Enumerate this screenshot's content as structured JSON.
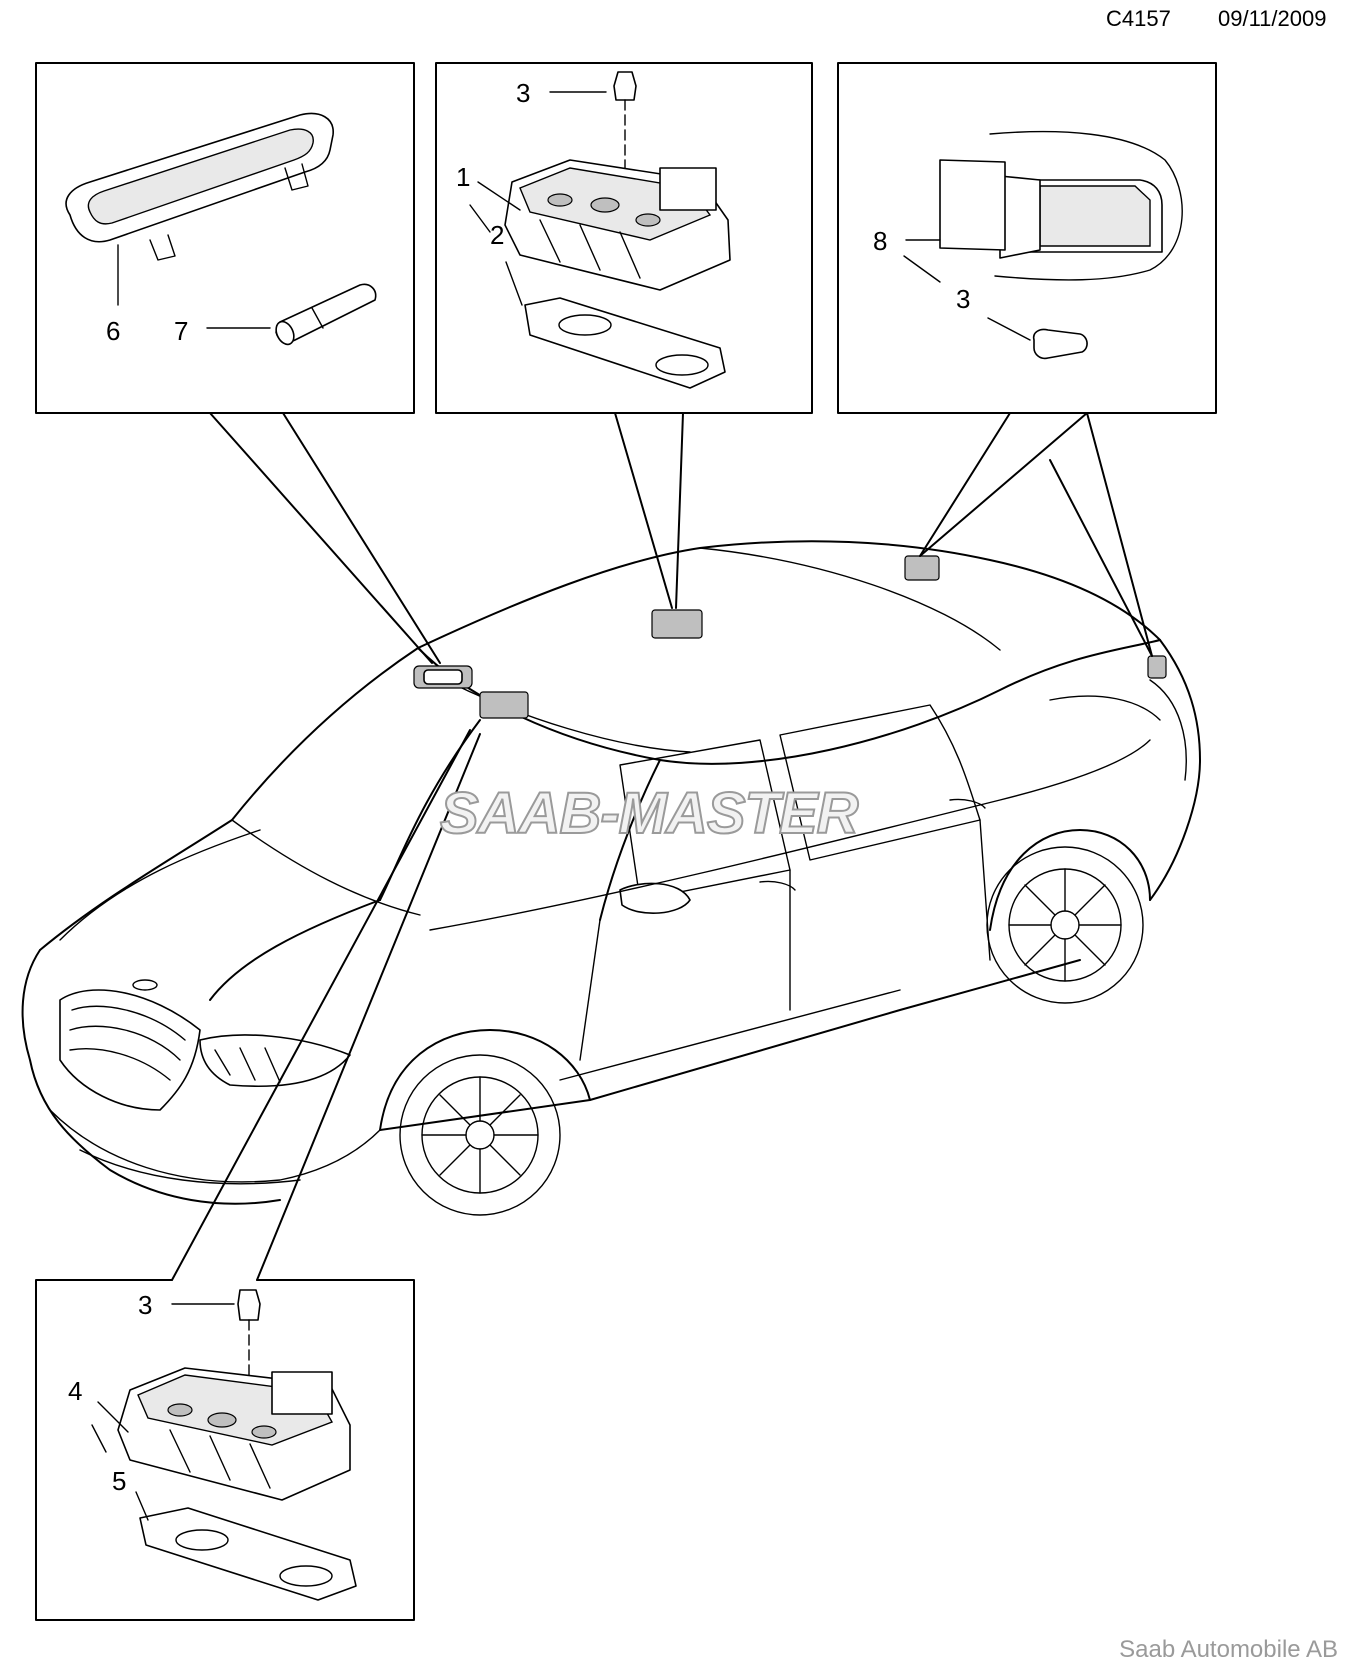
{
  "header": {
    "code": "C4157",
    "date": "09/11/2009"
  },
  "watermark": "SAAB-MASTER",
  "footer": "Saab Automobile AB",
  "callouts": {
    "top_left": {
      "c6": "6",
      "c7": "7"
    },
    "top_middle": {
      "c3": "3",
      "c1": "1",
      "c2": "2"
    },
    "top_right": {
      "c8": "8",
      "c3": "3"
    },
    "bottom_left": {
      "c3": "3",
      "c4": "4",
      "c5": "5"
    }
  }
}
